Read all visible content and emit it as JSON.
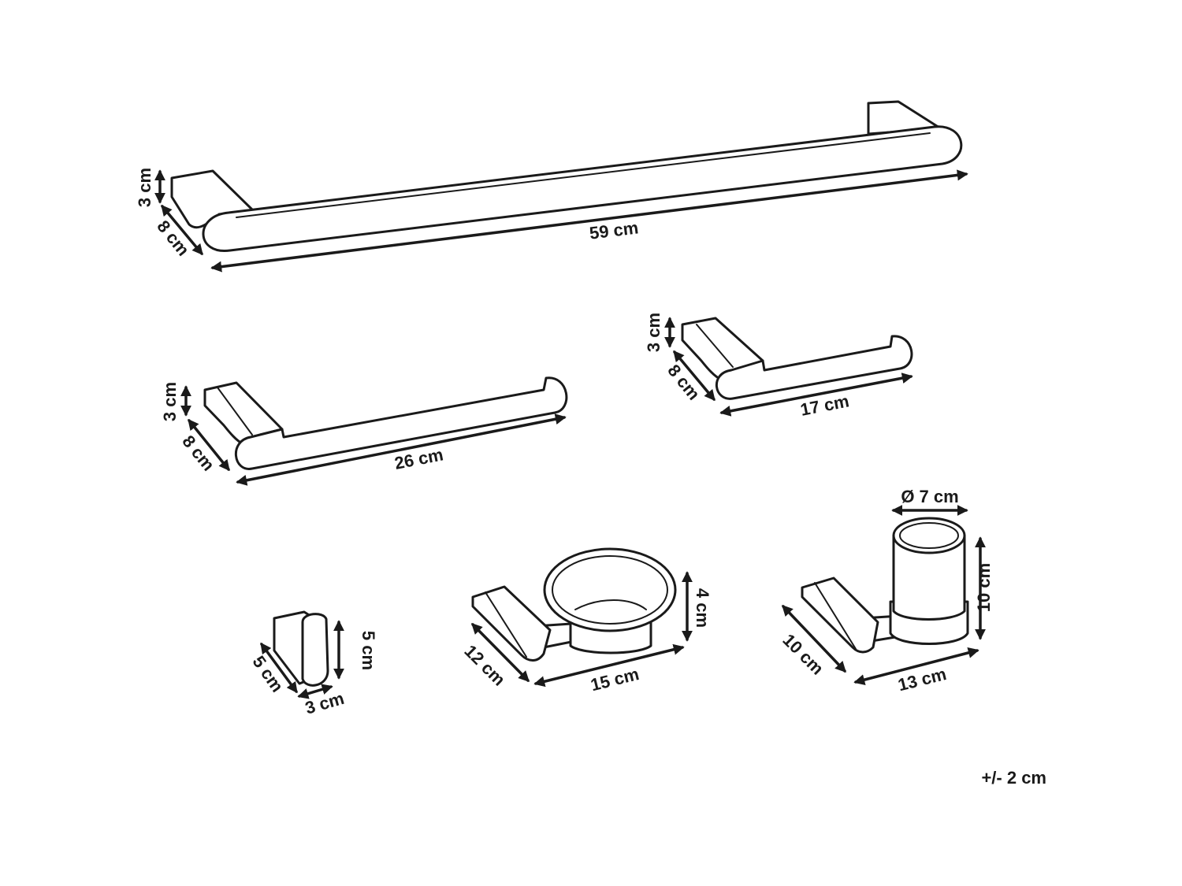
{
  "towel_bar": {
    "height": "3 cm",
    "depth": "8 cm",
    "length": "59 cm"
  },
  "towel_ring_long": {
    "height": "3 cm",
    "depth": "8 cm",
    "length": "26 cm"
  },
  "paper_holder": {
    "height": "3 cm",
    "depth": "8 cm",
    "length": "17 cm"
  },
  "robe_hook": {
    "depth": "5 cm",
    "height": "5 cm",
    "width": "3 cm"
  },
  "soap_dish": {
    "depth": "12 cm",
    "width": "15 cm",
    "height": "4 cm"
  },
  "tumbler_holder": {
    "diameter": "Ø 7 cm",
    "height": "10 cm",
    "depth": "10 cm",
    "width": "13 cm"
  },
  "tolerance": "+/- 2 cm",
  "colors": {
    "line": "#1a1a1a",
    "background": "#ffffff"
  }
}
